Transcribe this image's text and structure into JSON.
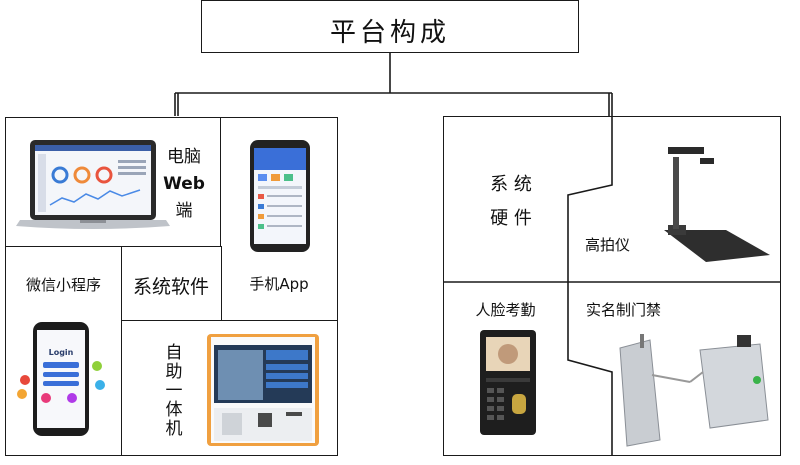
{
  "title": "平台构成",
  "software": {
    "label": "系统软件",
    "pc_web": [
      "电脑",
      "Web",
      "端"
    ],
    "mobile_app": "手机App",
    "mini_program": "微信小程序",
    "kiosk": [
      "自",
      "助",
      "一",
      "体",
      "机"
    ],
    "login_text": "Login"
  },
  "hardware": {
    "label": [
      "系 统",
      "硬 件"
    ],
    "high_camera": "高拍仪",
    "face_attendance": "人脸考勤",
    "gate": "实名制门禁"
  }
}
